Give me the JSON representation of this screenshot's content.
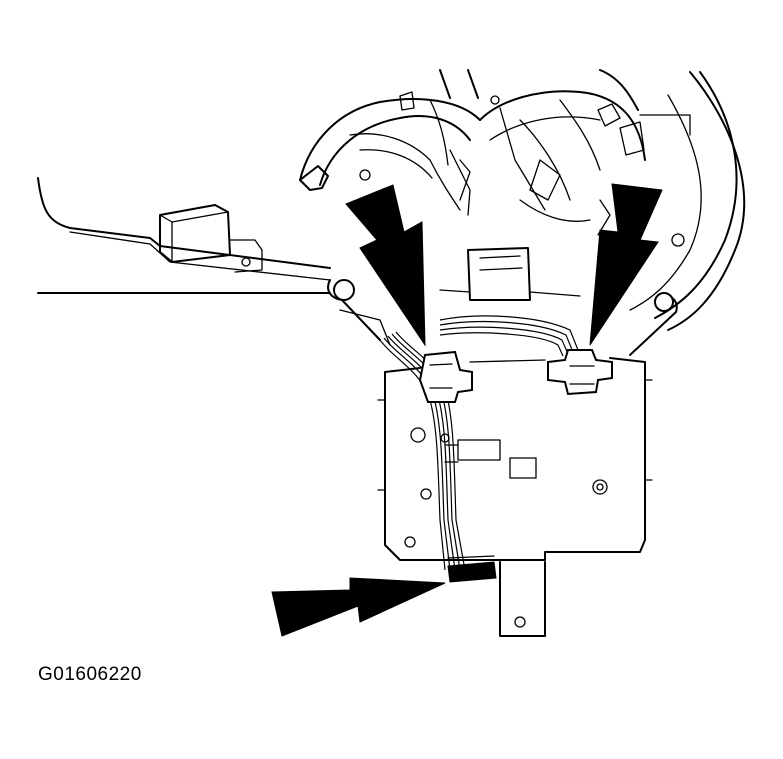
{
  "figure": {
    "id_label": "G01606220",
    "arrow_color": "#000000",
    "line_color": "#000000",
    "background": "#ffffff",
    "callouts": [
      {
        "name": "arrow-left-connector",
        "points_to": "left-connector"
      },
      {
        "name": "arrow-right-connector",
        "points_to": "right-connector"
      },
      {
        "name": "arrow-bottom-connector",
        "points_to": "bottom-connector"
      }
    ]
  }
}
